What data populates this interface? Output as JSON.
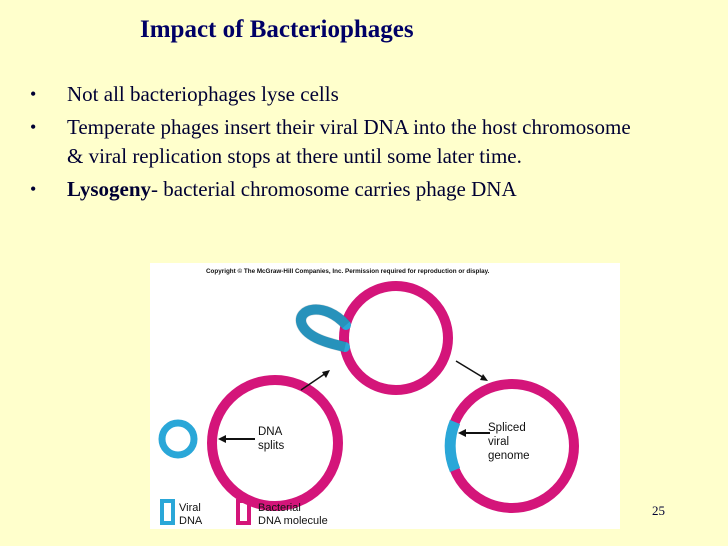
{
  "slide": {
    "title": "Impact of Bacteriophages",
    "bullets": [
      {
        "bold": "",
        "text": "Not all bacteriophages lyse cells"
      },
      {
        "bold": "",
        "text": "Temperate phages insert their viral DNA into the host chromosome & viral replication stops at there until some later time."
      },
      {
        "bold": "Lysogeny",
        "text": "- bacterial chromosome carries phage DNA"
      }
    ],
    "bullet_glyph": "•",
    "page_number": "25"
  },
  "figure": {
    "copyright": "Copyright © The McGraw-Hill Companies, Inc. Permission required for reproduction or display.",
    "label_dna_splits_1": "DNA",
    "label_dna_splits_2": "splits",
    "label_spliced_1": "Spliced",
    "label_spliced_2": "viral",
    "label_spliced_3": "genome",
    "legend_viral_1": "Viral",
    "legend_viral_2": "DNA",
    "legend_bacterial_1": "Bacterial",
    "legend_bacterial_2": "DNA molecule"
  },
  "colors": {
    "background": "#FFFFCC",
    "viral_dna": "#2AA7D8",
    "bacterial_dna": "#D4157A"
  }
}
